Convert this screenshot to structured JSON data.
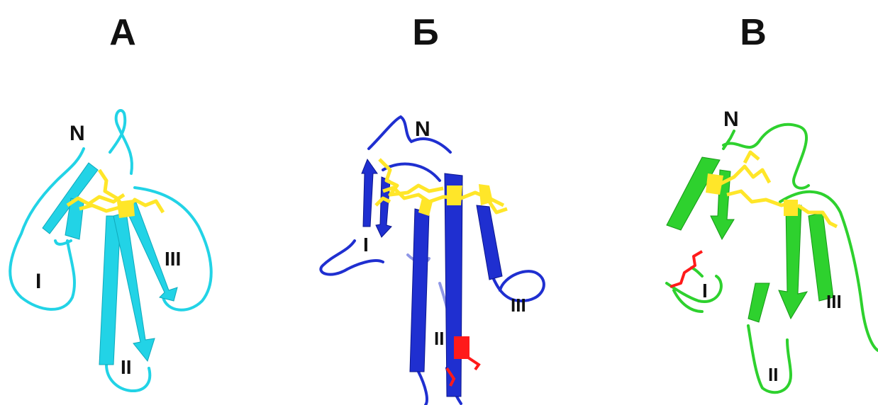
{
  "panels": [
    {
      "title": "А",
      "color": "#22d3e6",
      "labels": {
        "n_terminus": "N",
        "loop1": "I",
        "loop2": "II",
        "loop3": "III"
      }
    },
    {
      "title": "Б",
      "color": "#1f2fd0",
      "labels": {
        "n_terminus": "N",
        "loop1": "I",
        "loop2": "II",
        "loop3": "III"
      }
    },
    {
      "title": "В",
      "color": "#2ed12e",
      "labels": {
        "n_terminus": "N",
        "loop1": "I",
        "loop2": "II",
        "loop3": "III"
      }
    }
  ],
  "colors": {
    "disulfide": "#ffe629",
    "highlight": "#ff1a1a",
    "text": "#111111"
  }
}
